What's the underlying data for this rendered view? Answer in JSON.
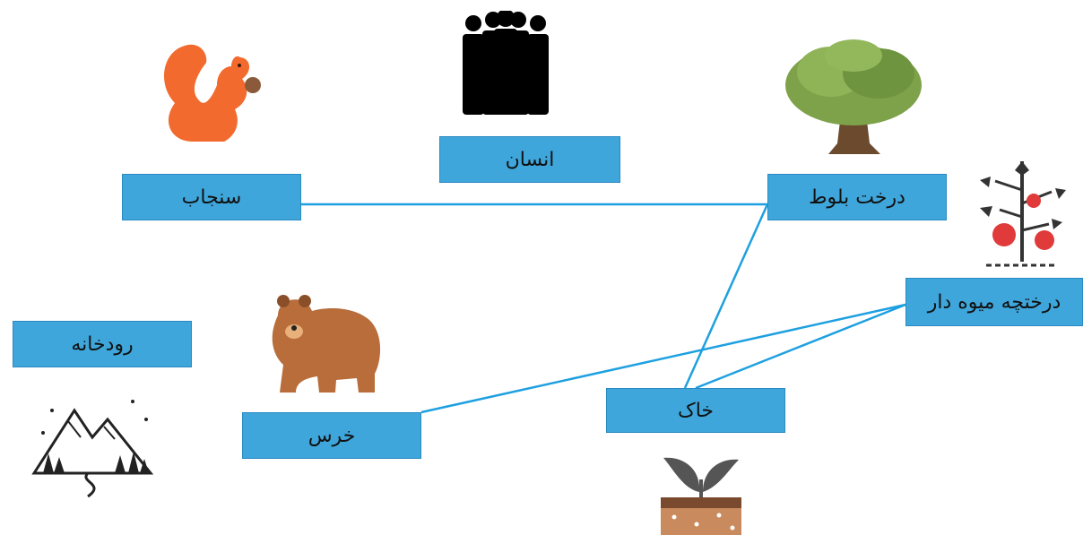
{
  "nodes": {
    "squirrel": "سنجاب",
    "human": "انسان",
    "oak": "درخت بلوط",
    "fruit_shrub": "درختچه میوه دار",
    "river": "رودخانه",
    "bear": "خرس",
    "soil": "خاک"
  },
  "links": [
    [
      "squirrel",
      "oak"
    ],
    [
      "oak",
      "soil"
    ],
    [
      "fruit_shrub",
      "soil"
    ],
    [
      "fruit_shrub",
      "bear"
    ]
  ],
  "colors": {
    "node_fill": "#3ea6db",
    "link": "#1ea0e0"
  },
  "icons": {
    "squirrel": "squirrel-icon",
    "human": "people-icon",
    "oak": "oak-tree-icon",
    "fruit_shrub": "tomato-plant-icon",
    "river": "mountain-river-icon",
    "bear": "bear-icon",
    "soil": "sprout-soil-icon"
  }
}
